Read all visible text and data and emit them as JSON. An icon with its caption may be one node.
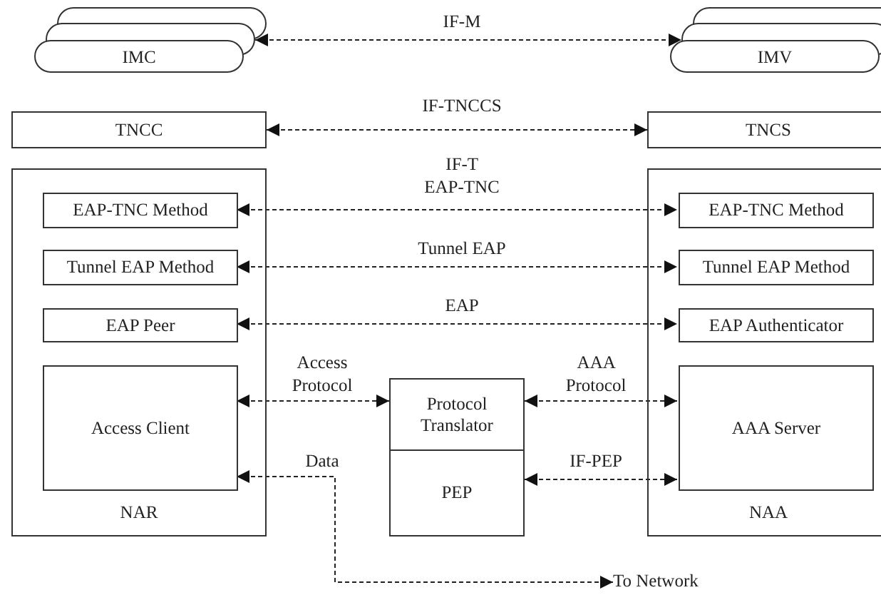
{
  "diagram": {
    "nodes": [
      {
        "text": [
          "IMC"
        ]
      },
      {
        "text": [
          "IMV"
        ]
      },
      {
        "text": [
          "TNCC"
        ]
      },
      {
        "text": [
          "TNCS"
        ]
      },
      {
        "text": [
          "NAR"
        ]
      },
      {
        "text": [
          "EAP-TNC Method"
        ],
        "in": 4
      },
      {
        "text": [
          "Tunnel EAP Method"
        ],
        "in": 4
      },
      {
        "text": [
          "EAP Peer"
        ],
        "in": 4
      },
      {
        "text": [
          "Access Client"
        ],
        "in": 4
      },
      {
        "text": [
          "NAA"
        ]
      },
      {
        "text": [
          "EAP-TNC Method"
        ],
        "in": 9
      },
      {
        "text": [
          "Tunnel EAP Method"
        ],
        "in": 9
      },
      {
        "text": [
          "EAP Authenticator"
        ],
        "in": 9
      },
      {
        "text": [
          "AAA Server"
        ],
        "in": 9
      },
      {
        "text": [
          "Protocol Translator"
        ]
      },
      {
        "text": [
          "PEP"
        ]
      },
      {
        "text": [
          "To Network"
        ]
      }
    ],
    "edges": [
      {
        "from": 0,
        "to": 1,
        "arrow": "both",
        "label": "IF-M"
      },
      {
        "from": 2,
        "to": 3,
        "arrow": "both",
        "label": "IF-TNCCS"
      },
      {
        "from": 5,
        "to": 10,
        "arrow": "both",
        "label": "IF-T EAP-TNC"
      },
      {
        "from": 6,
        "to": 11,
        "arrow": "both",
        "label": "Tunnel EAP"
      },
      {
        "from": 7,
        "to": 12,
        "arrow": "both",
        "label": "EAP"
      },
      {
        "from": 8,
        "to": 14,
        "arrow": "both",
        "label": "Access Protocol"
      },
      {
        "from": 14,
        "to": 13,
        "arrow": "both",
        "label": "AAA Protocol"
      },
      {
        "from": 15,
        "to": 13,
        "arrow": "both",
        "label": "IF-PEP"
      },
      {
        "from": 8,
        "to": 16,
        "arrow": "both",
        "label": "Data"
      }
    ]
  }
}
